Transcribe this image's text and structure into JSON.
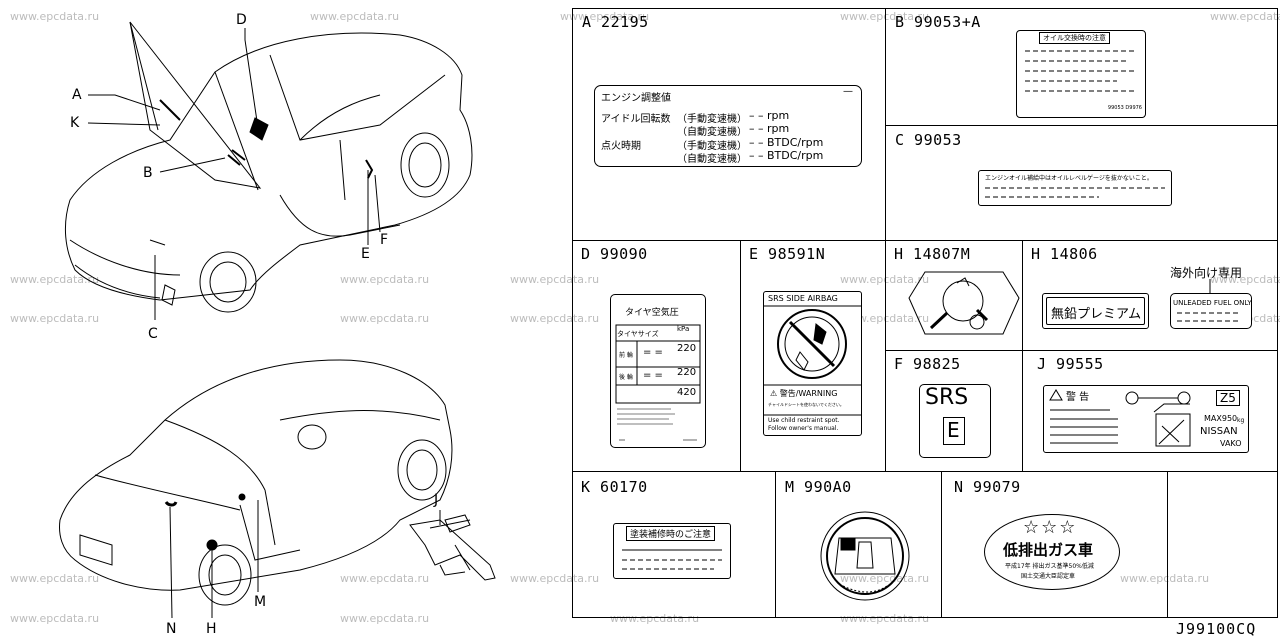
{
  "watermark": "www.epcdata.ru",
  "diagram_code": "J99100CQ",
  "callouts": [
    "A",
    "K",
    "B",
    "D",
    "C",
    "E",
    "F",
    "N",
    "H",
    "M",
    "J"
  ],
  "labels": {
    "A": "A  22195",
    "B": "B  99053+A",
    "C": "C  99053",
    "D": "D  99090",
    "E": "E  98591N",
    "H1": "H  14807M",
    "H2": "H  14806",
    "F": "F  98825",
    "J": "J   99555",
    "K": "K  60170",
    "M": "M  990A0",
    "N": "N  99079"
  },
  "label_A": {
    "title": "エンジン調整値",
    "idle": "アイドル回転数",
    "ignition": "点火時期",
    "manual": "（手動変速機）",
    "auto": "（自動変速機）",
    "rpm": "– –  rpm",
    "btdc": "– –  BTDC/rpm"
  },
  "label_B": {
    "title": "オイル交換時の注意",
    "code": "99053 D9976"
  },
  "label_C": {
    "text": "エンジンオイル補給中はオイルレベルゲージを抜かないこと。"
  },
  "label_D": {
    "title": "タイヤ空気圧",
    "size": "タイヤサイズ",
    "unit": "kPa",
    "front": "前 輪",
    "rear": "後 輪",
    "v1": "220",
    "v2": "220",
    "v3": "420",
    "dash": "= ="
  },
  "label_E": {
    "title": "SRS SIDE AIRBAG",
    "warning": "⚠ 警告/WARNING",
    "l1": "チャイルドシートを使わないでください。",
    "l2": "Use child restraint spot.",
    "l3": "Follow owner's manual."
  },
  "label_H2": {
    "jp": "無鉛プレミアム",
    "note": "海外向け専用",
    "en": "UNLEADED FUEL ONLY"
  },
  "label_F": {
    "srs": "SRS",
    "e": "E"
  },
  "label_J": {
    "warn": "警 告",
    "z": "Z5",
    "max": "MAX950",
    "kg": "kg",
    "nissan": "NISSAN",
    "vako": "VAKO"
  },
  "label_K": {
    "title": "塗装補修時のご注意"
  },
  "label_N": {
    "stars": "☆☆☆",
    "main": "低排出ガス車",
    "l1": "平成17年 排出ガス基準50%低減",
    "l2": "国土交通大臣認定車"
  }
}
